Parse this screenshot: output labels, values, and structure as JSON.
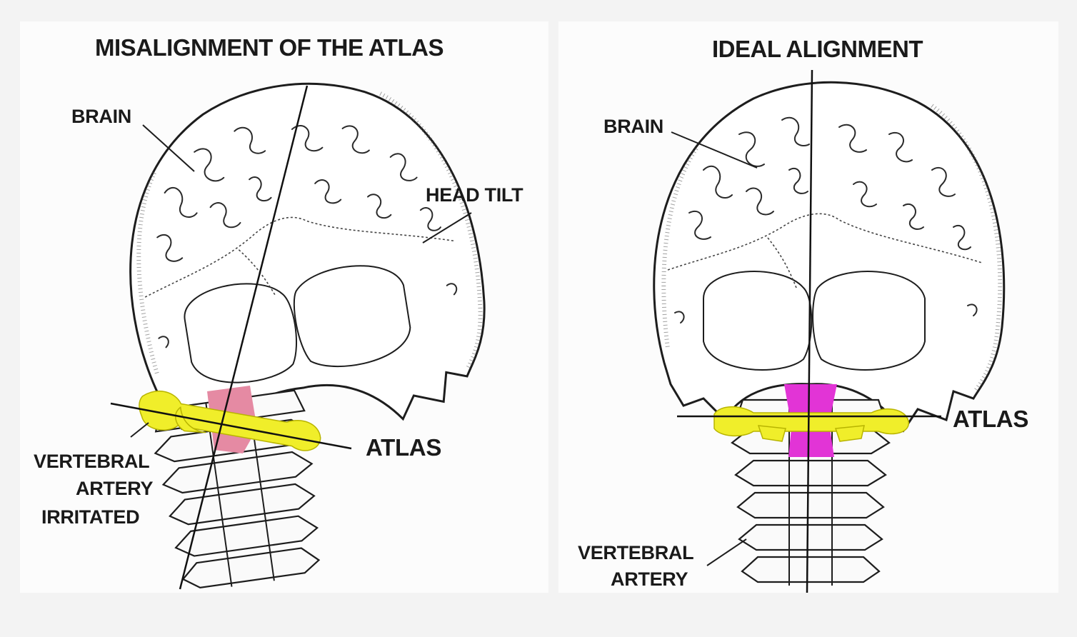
{
  "left": {
    "title": "MISALIGNMENT OF THE ATLAS",
    "labels": {
      "brain": "BRAIN",
      "head_tilt": "HEAD TILT",
      "atlas": "ATLAS",
      "artery_line1": "VERTEBRAL",
      "artery_line2": "ARTERY",
      "artery_line3": "IRRITATED"
    }
  },
  "right": {
    "title": "IDEAL ALIGNMENT",
    "labels": {
      "brain": "BRAIN",
      "atlas": "ATLAS",
      "artery_line1": "VERTEBRAL",
      "artery_line2": "ARTERY"
    }
  },
  "colors": {
    "atlas": "#f0ee2a",
    "axis_misaligned": "#e58aa3",
    "axis_aligned": "#e234d6",
    "panel_bg": "#fcfcfc",
    "frame_bg": "#f3f3f3"
  }
}
